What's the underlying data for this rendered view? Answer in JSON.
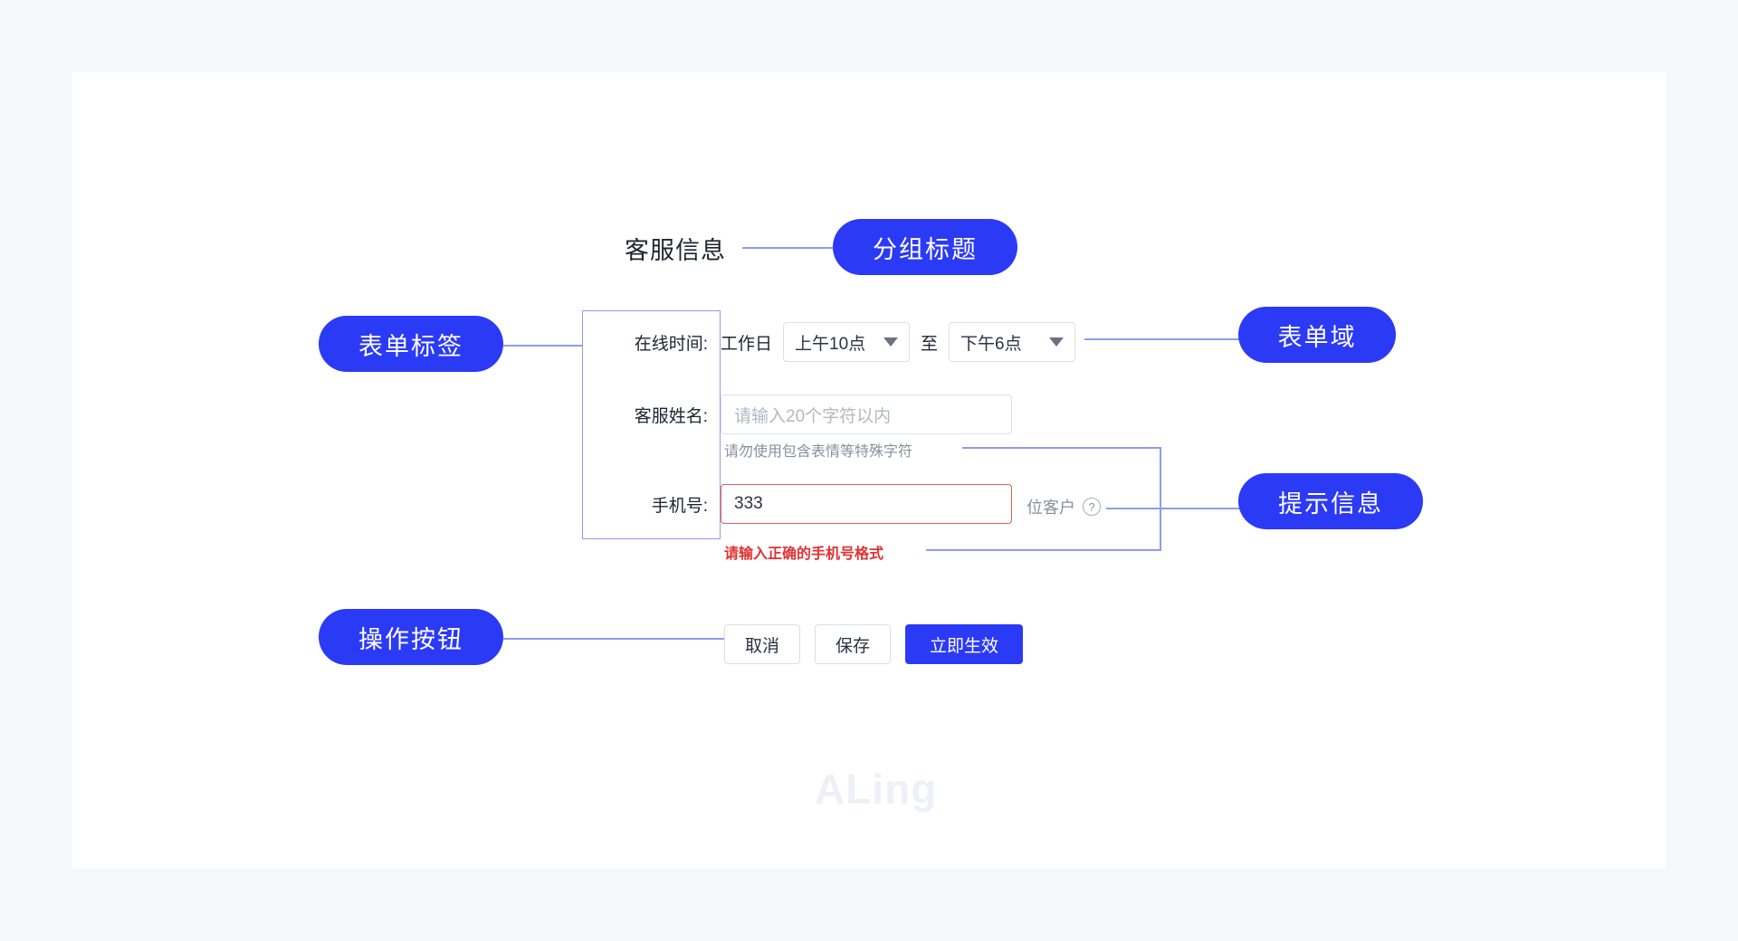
{
  "theme": {
    "page_bg": "#f7f8fa",
    "card_bg": "#ffffff",
    "accent": "#2b3af5",
    "connector": "#8f9bf0",
    "error": "#e03131",
    "error_border": "#e25c5c",
    "muted_text": "#8a8f9c"
  },
  "annotations": {
    "group_title": "分组标题",
    "form_label": "表单标签",
    "form_field": "表单域",
    "hint_info": "提示信息",
    "action_buttons": "操作按钮"
  },
  "form": {
    "group_heading": "客服信息",
    "rows": [
      {
        "label": "在线时间:",
        "static_text": "工作日",
        "separator": "至",
        "start_time": "上午10点",
        "end_time": "下午6点",
        "caret_icon": "chevron-down-icon"
      },
      {
        "label": "客服姓名:",
        "placeholder": "请输入20个字符以内",
        "value": "",
        "helper": "请勿使用包含表情等特殊字符"
      },
      {
        "label": "手机号:",
        "value": "333",
        "suffix": "位客户",
        "help_icon": "question-circle-icon",
        "error": "请输入正确的手机号格式"
      }
    ]
  },
  "buttons": {
    "cancel": "取消",
    "save": "保存",
    "apply": "立即生效"
  },
  "watermark": {
    "text": "ALing"
  }
}
